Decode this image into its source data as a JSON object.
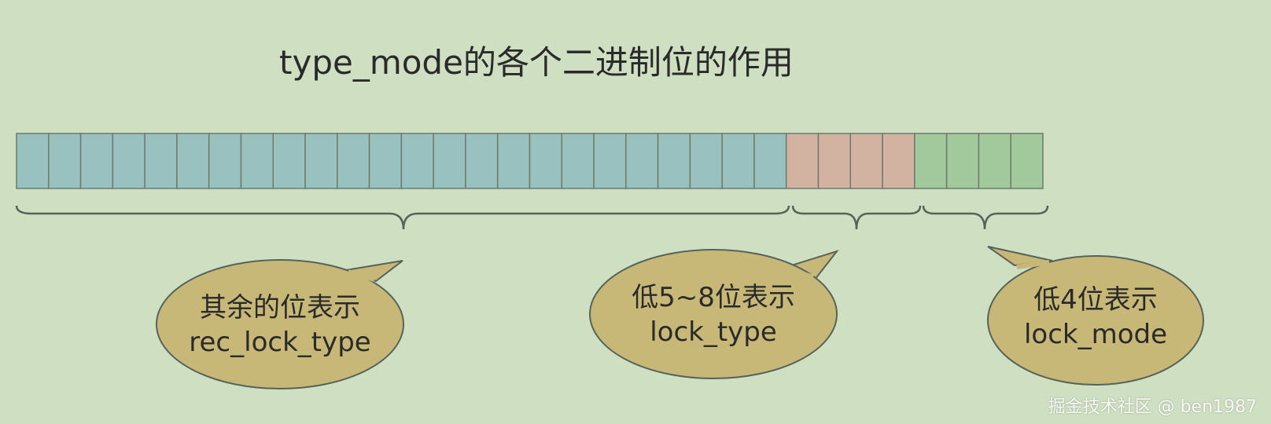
{
  "title": "type_mode的各个二进制位的作用",
  "bit_groups": [
    {
      "count": 24,
      "color": "#98c1c0"
    },
    {
      "count": 4,
      "color": "#d2b3a2"
    },
    {
      "count": 4,
      "color": "#a1c99b"
    }
  ],
  "bubbles": [
    {
      "line1": "其余的位表示",
      "line2": "rec_lock_type"
    },
    {
      "line1": "低5~8位表示",
      "line2": "lock_type"
    },
    {
      "line1": "低4位表示",
      "line2": "lock_mode"
    }
  ],
  "colors": {
    "background": "#cfdfc2",
    "bubble_fill": "#c8b878",
    "outline": "#6d7a6d"
  },
  "watermark": "掘金技术社区 @ ben1987"
}
